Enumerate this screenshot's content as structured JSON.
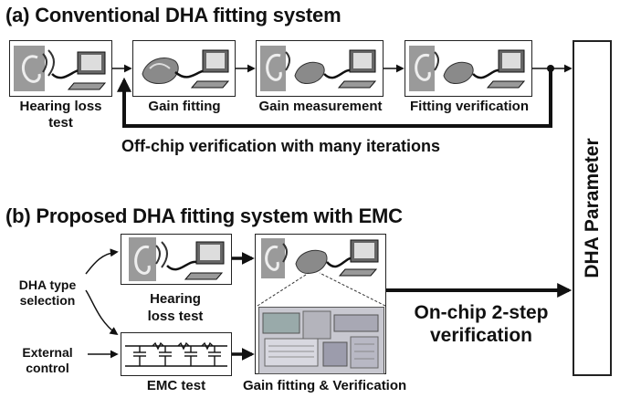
{
  "section_a": {
    "title": "(a) Conventional DHA fitting system",
    "steps": [
      {
        "label": "Hearing loss test",
        "line1": "Hearing loss",
        "line2": "test"
      },
      {
        "label": "Gain fitting"
      },
      {
        "label": "Gain measurement"
      },
      {
        "label": "Fitting verification"
      }
    ],
    "loop_label": "Off-chip verification with many iterations"
  },
  "section_b": {
    "title": "(b) Proposed DHA fitting system with EMC",
    "inputs": {
      "type_select": {
        "line1": "DHA type",
        "line2": "selection"
      },
      "external": {
        "line1": "External",
        "line2": "control"
      }
    },
    "blocks": {
      "hearing": {
        "line1": "Hearing",
        "line2": "loss test"
      },
      "emc": "EMC test",
      "gain_verif": "Gain fitting & Verification"
    },
    "onchip": {
      "line1": "On-chip 2-step",
      "line2": "verification"
    }
  },
  "param_label": "DHA Parameter",
  "icons": [
    "ear-icon",
    "computer-icon",
    "hearing-aid-icon",
    "capacitor-circuit-icon",
    "chip-layout-icon"
  ]
}
